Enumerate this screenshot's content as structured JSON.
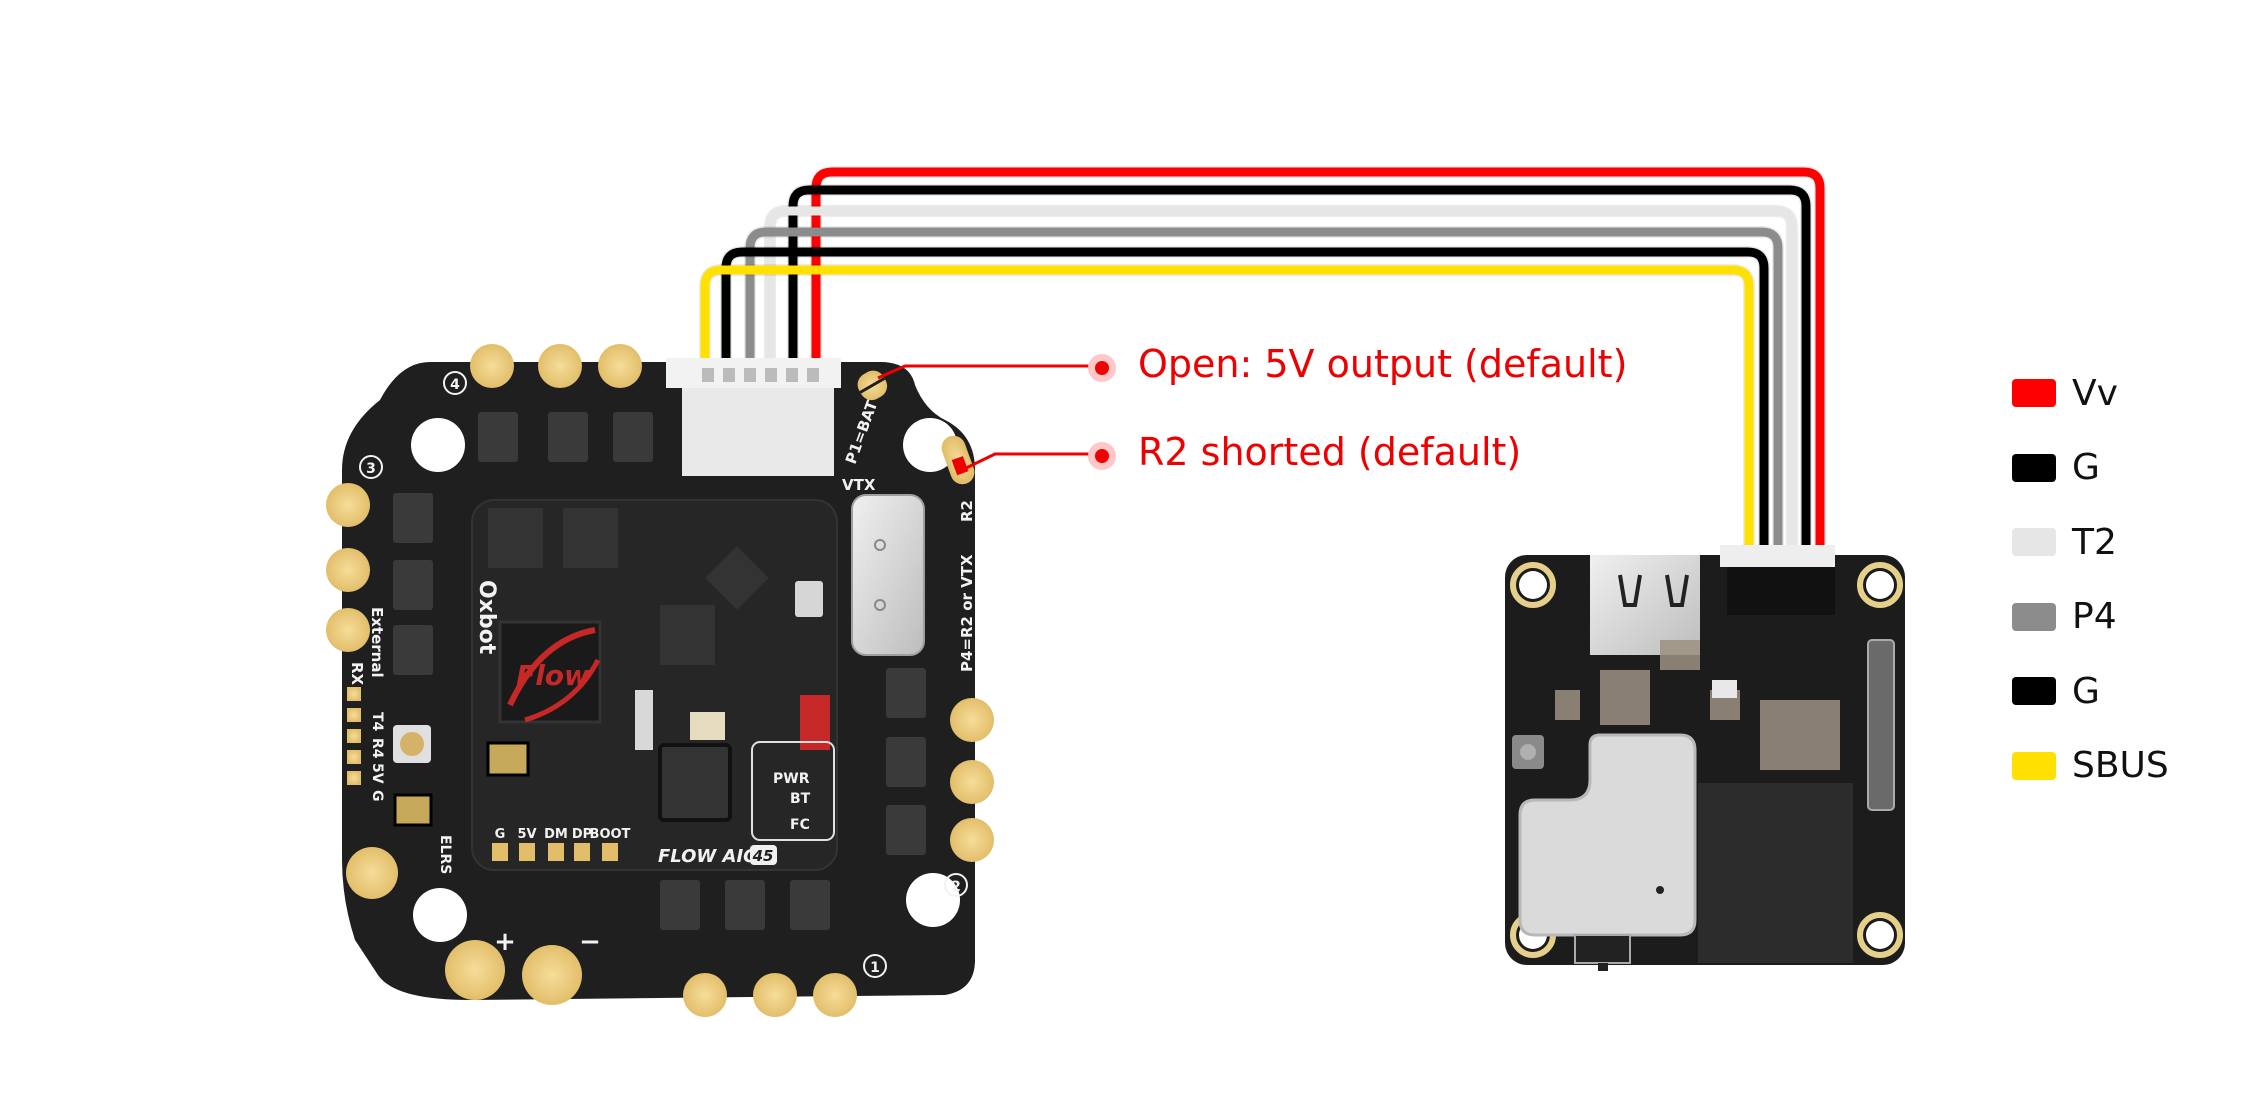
{
  "diagram": {
    "title": "FLOW AIO 45 to VTX wiring",
    "fc_board": {
      "brand_text": "Oxbot",
      "logo_text": "Flow",
      "model_text": "FLOW AIO",
      "model_badge": "45",
      "labels": {
        "p1_bat": "P1=BAT",
        "vtx": "VTX",
        "r2": "R2",
        "p4_note": "P4=R2 or VTX",
        "external": "External",
        "rx": "RX",
        "t4": "T4",
        "r4": "R4",
        "pad_5v": "5V",
        "pad_g": "G",
        "elrs": "ELRS",
        "bottom_pads": [
          "G",
          "5V",
          "DM",
          "DP",
          "BOOT"
        ],
        "leds": [
          "PWR",
          "BT",
          "FC"
        ],
        "motor_numbers": [
          "1",
          "2",
          "3",
          "4"
        ],
        "plus": "+",
        "minus": "−"
      }
    },
    "callouts": [
      {
        "text": "Open: 5V output (default)",
        "color": "#ee0000"
      },
      {
        "text": "R2 shorted (default)",
        "color": "#ee0000"
      }
    ],
    "wires": [
      {
        "name": "Vv",
        "color": "#ff0000"
      },
      {
        "name": "G",
        "color": "#000000"
      },
      {
        "name": "T2",
        "color": "#e6e6e6"
      },
      {
        "name": "P4",
        "color": "#8c8c8c"
      },
      {
        "name": "G",
        "color": "#000000"
      },
      {
        "name": "SBUS",
        "color": "#ffe000"
      }
    ],
    "legend": [
      {
        "label": "Vv",
        "color": "#ff0000"
      },
      {
        "label": "G",
        "color": "#000000"
      },
      {
        "label": "T2",
        "color": "#e6e6e6"
      },
      {
        "label": "P4",
        "color": "#8c8c8c"
      },
      {
        "label": "G",
        "color": "#000000"
      },
      {
        "label": "SBUS",
        "color": "#ffe000"
      }
    ]
  }
}
